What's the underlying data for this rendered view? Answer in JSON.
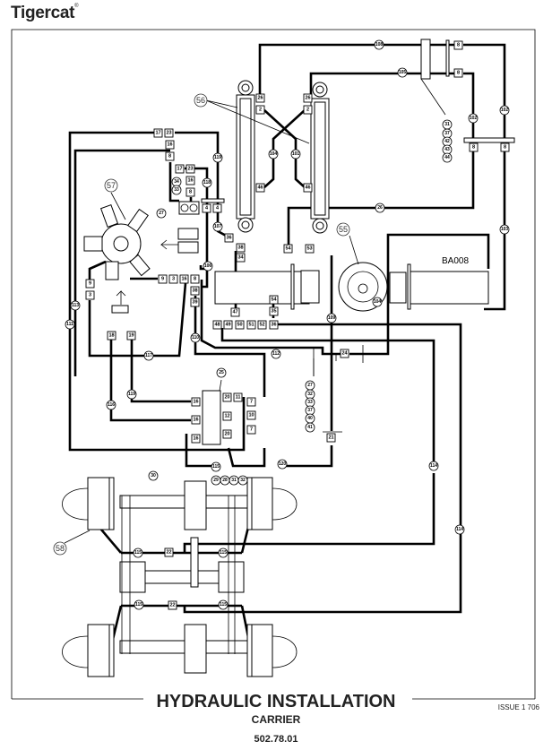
{
  "brand": "Tigercat",
  "brand_mark": "®",
  "title": "HYDRAULIC INSTALLATION",
  "subtitle": "CARRIER",
  "doc_number": "502.78.01",
  "issue": "ISSUE 1 706",
  "component_code": "BA008",
  "callouts": {
    "c55": "55",
    "c56": "56",
    "c57": "57",
    "c58": "58"
  },
  "boxes": {
    "b26a": "26",
    "b2a": "2",
    "b26b": "26",
    "b2b": "2",
    "b8a": "8",
    "b8b": "8",
    "b8c": "8",
    "b8d": "8",
    "b46a": "46",
    "b46b": "46",
    "b17a": "17",
    "b23a": "23",
    "b16a": "16",
    "b8e": "8",
    "b17b": "17",
    "b23b": "23",
    "b16b": "16",
    "b8f": "8",
    "b4a": "4",
    "b4b": "4",
    "b36": "36",
    "b38": "38",
    "b34": "34",
    "b9": "9",
    "b3": "3",
    "b16c": "16",
    "b8g": "8",
    "b38b": "38",
    "b39": "39",
    "b9b": "9",
    "b3b": "3",
    "b18": "18",
    "b19": "19",
    "b54": "54",
    "b53": "53",
    "b47": "47",
    "b48": "48",
    "b49": "49",
    "b50": "50",
    "b51": "51",
    "b52": "52",
    "b36b": "36",
    "b54b": "54",
    "b35": "35",
    "b24": "24",
    "b21": "21",
    "b16d": "16",
    "b16e": "16",
    "b16f": "16",
    "b20a": "20",
    "b11": "11",
    "b12": "12",
    "b20b": "20",
    "b7a": "7",
    "b10": "10",
    "b7b": "7",
    "b22a": "22",
    "b22b": "22"
  },
  "circles": {
    "k108": "108",
    "k105": "105",
    "k102a": "102",
    "k102b": "102",
    "k103": "103",
    "k26": "26",
    "k101": "101",
    "k104": "104",
    "k119": "119",
    "k118": "118",
    "k107": "107",
    "k106": "106",
    "k113": "113",
    "k111": "111",
    "k110": "110",
    "k117": "117",
    "k112": "112",
    "k109": "109",
    "k116": "116",
    "k119b": "119",
    "k115a": "115",
    "k120": "120",
    "k114a": "114",
    "k114b": "114",
    "k104b": "104",
    "k25": "25",
    "k30": "30",
    "k34": "34",
    "k33": "33",
    "k27": "27",
    "k29": "29",
    "k28": "28",
    "k31b": "31",
    "k32b": "32",
    "k115b": "115",
    "k115c": "115",
    "k115d": "115",
    "k115e": "115",
    "s31": "31",
    "s37": "37",
    "s42": "42",
    "s43": "43",
    "s44": "44",
    "r27": "27",
    "r32": "32",
    "r33": "33",
    "r37": "37",
    "r40": "40",
    "r41": "41"
  }
}
